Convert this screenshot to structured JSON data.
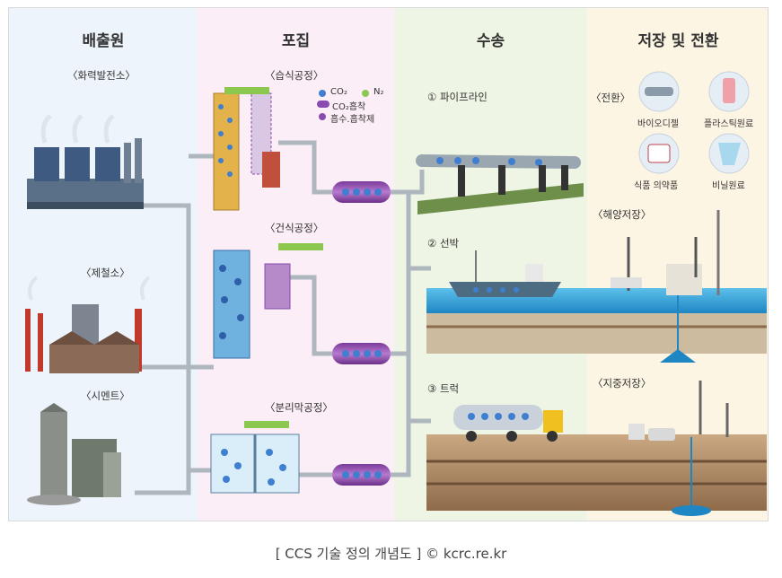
{
  "columns": {
    "emission": {
      "title": "배출원"
    },
    "capture": {
      "title": "포집"
    },
    "transport": {
      "title": "수송"
    },
    "storage": {
      "title": "저장 및 전환"
    }
  },
  "emission_sources": {
    "power_plant": "〈화력발전소〉",
    "steel_mill": "〈제철소〉",
    "cement": "〈시멘트〉"
  },
  "capture_processes": {
    "wet": "〈습식공정〉",
    "dry": "〈건식공정〉",
    "membrane": "〈분리막공정〉"
  },
  "legend": {
    "co2": "CO₂",
    "n2": "N₂",
    "co2_absorb": "CO₂흡착",
    "absorbent": "흡수.흡착제"
  },
  "transport_modes": {
    "pipeline": "① 파이프라인",
    "ship": "② 선박",
    "truck": "③ 트럭"
  },
  "storage": {
    "conversion": "〈전환〉",
    "biodiesel": "바이오디젤",
    "plastic": "플라스틱원료",
    "food_medicine": "식품 의약품",
    "vinyl": "비닐원료",
    "ocean": "〈해양저장〉",
    "underground": "〈지중저장〉"
  },
  "colors": {
    "emission_bg": "#eef4fb",
    "capture_bg": "#fbeef7",
    "transport_bg": "#eef5e4",
    "storage_bg": "#fdf5e3",
    "pipe": "#b8c0c8",
    "co2_blue": "#3f7fd0",
    "n2_green": "#8cc850",
    "absorbent_purple": "#8a4bb0",
    "sea": "#3fa7d9"
  },
  "caption": "[ CCS 기술 정의 개념도 ] © kcrc.re.kr"
}
